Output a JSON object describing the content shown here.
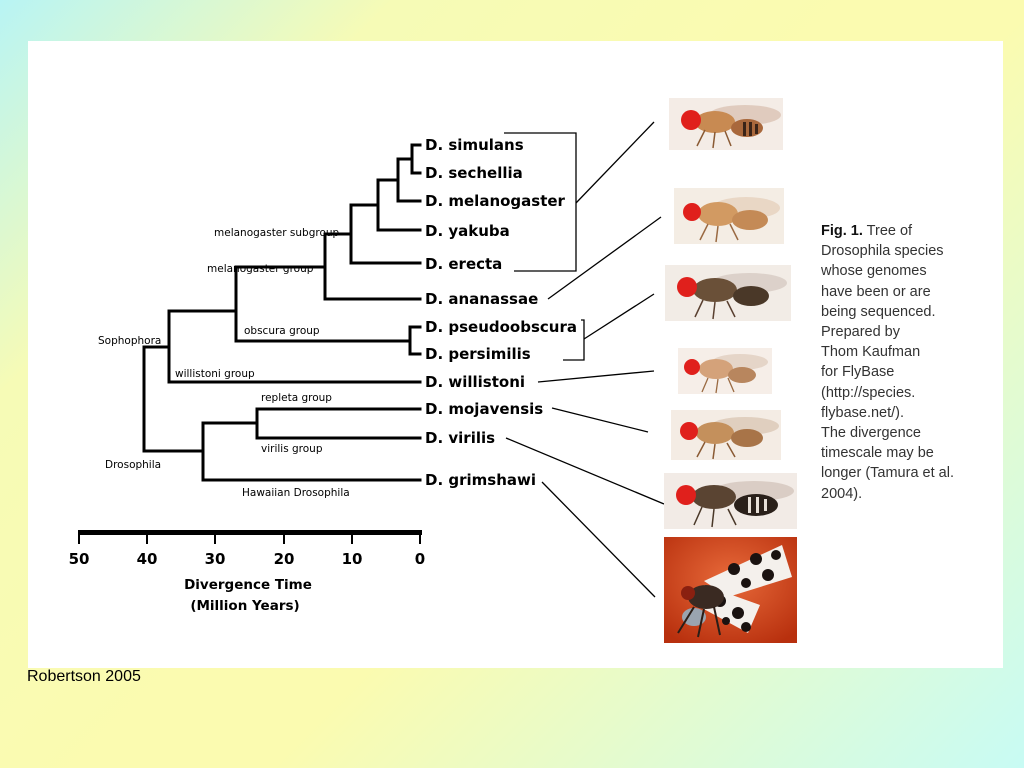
{
  "species": [
    "D. simulans",
    "D. sechellia",
    "D. melanogaster",
    "D. yakuba",
    "D. erecta",
    "D. ananassae",
    "D. pseudoobscura",
    "D. persimilis",
    "D. willistoni",
    "D. mojavensis",
    "D. virilis",
    "D. grimshawi"
  ],
  "groups": {
    "melanogaster_subgroup": "melanogaster subgroup",
    "melanogaster_group": "melanogaster group",
    "obscura_group": "obscura group",
    "sophophora": "Sophophora",
    "willistoni_group": "willistoni group",
    "repleta_group": "repleta group",
    "virilis_group": "virilis group",
    "drosophila": "Drosophila",
    "hawaiian": "Hawaiian Drosophila"
  },
  "axis": {
    "ticks": [
      "50",
      "40",
      "30",
      "20",
      "10",
      "0"
    ],
    "title_line1": "Divergence Time",
    "title_line2": "(Million Years)"
  },
  "caption": {
    "fig_label": "Fig. 1.",
    "lines": [
      " Tree of",
      "Drosophila species",
      "whose genomes",
      "have been or are",
      "being sequenced.",
      "Prepared by",
      "Thom Kaufman",
      "for FlyBase",
      "(http://species.",
      "flybase.net/).",
      "The divergence",
      "timescale may be",
      "longer (Tamura et al.",
      "2004)."
    ]
  },
  "credit": "Robertson 2005",
  "colors": {
    "background_cyan": "#b8f4f4",
    "background_yellow": "#fbfbb0",
    "panel": "#ffffff",
    "fly_body": "#c88a52",
    "fly_eye": "#e0201c",
    "grimshawi_bg": "#d8401c"
  }
}
